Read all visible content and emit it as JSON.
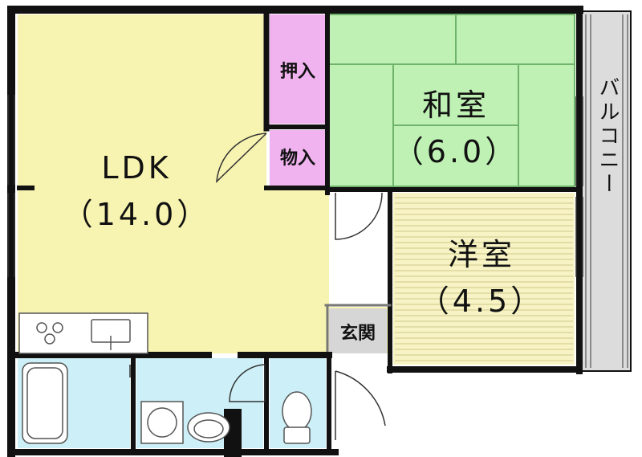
{
  "colors": {
    "ldk": "#f7f3b0",
    "washitsu": "#bff0b4",
    "washitsu_border": "#6fb46a",
    "closet": "#f0b3ef",
    "yoshitsu": "#f7f3c4",
    "yoshitsu_lines": "#cfc98a",
    "bath": "#cdeff7",
    "entrance": "#d6d6d6",
    "wall": "#111111",
    "balcony": "#dcdcdc"
  },
  "rooms": {
    "ldk": {
      "name": "LDK",
      "size": "（14.0）"
    },
    "washitsu": {
      "name": "和室",
      "size": "（6.0）"
    },
    "yoshitsu": {
      "name": "洋室",
      "size": "（4.5）"
    },
    "oshiire": {
      "name": "押入"
    },
    "mono": {
      "name": "物入"
    },
    "genkan": {
      "name": "玄関"
    },
    "balcony": {
      "name": "バルコニー"
    }
  },
  "icons": {
    "stove": "stove-icon",
    "sink": "sink-icon",
    "bathtub": "bathtub-icon",
    "washer": "washing-machine-icon",
    "washbasin": "washbasin-icon",
    "toilet": "toilet-icon"
  }
}
